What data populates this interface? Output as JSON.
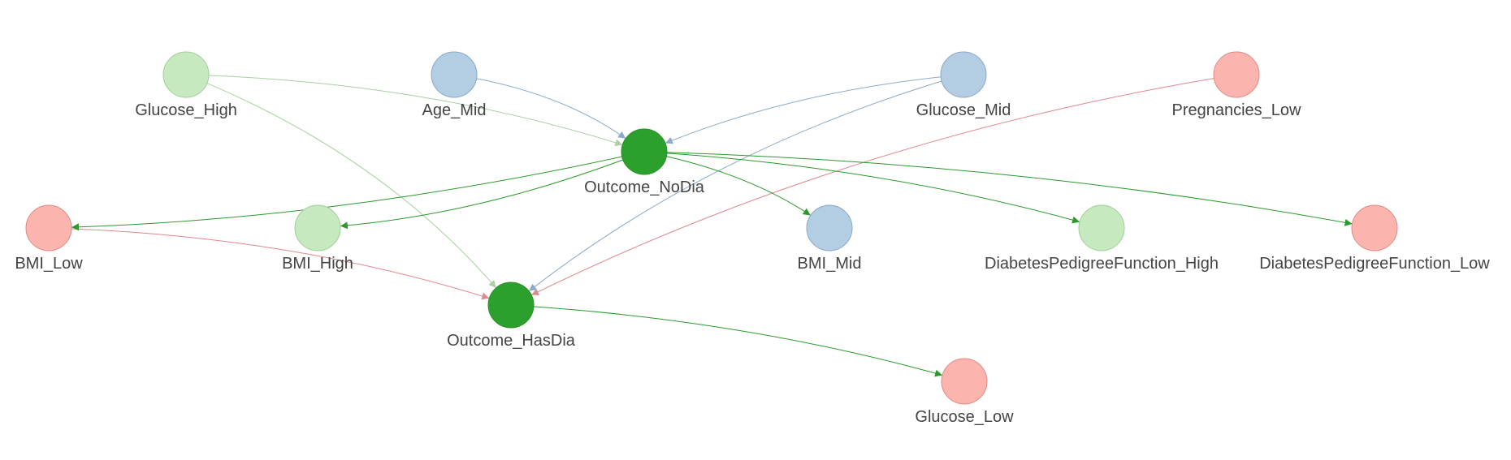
{
  "graph": {
    "nodes": [
      {
        "id": "glucose_high",
        "label": "Glucose_High",
        "color": "#c7e9c0"
      },
      {
        "id": "age_mid",
        "label": "Age_Mid",
        "color": "#b3cde3"
      },
      {
        "id": "glucose_mid",
        "label": "Glucose_Mid",
        "color": "#b3cde3"
      },
      {
        "id": "pregnancies_low",
        "label": "Pregnancies_Low",
        "color": "#fbb4ae"
      },
      {
        "id": "outcome_nodia",
        "label": "Outcome_NoDia",
        "color": "#2ca02c"
      },
      {
        "id": "bmi_low",
        "label": "BMI_Low",
        "color": "#fbb4ae"
      },
      {
        "id": "bmi_high",
        "label": "BMI_High",
        "color": "#c7e9c0"
      },
      {
        "id": "bmi_mid",
        "label": "BMI_Mid",
        "color": "#b3cde3"
      },
      {
        "id": "dpf_high",
        "label": "DiabetesPedigreeFunction_High",
        "color": "#c7e9c0"
      },
      {
        "id": "dpf_low",
        "label": "DiabetesPedigreeFunction_Low",
        "color": "#fbb4ae"
      },
      {
        "id": "outcome_hasdia",
        "label": "Outcome_HasDia",
        "color": "#2ca02c"
      },
      {
        "id": "glucose_low",
        "label": "Glucose_Low",
        "color": "#fbb4ae"
      }
    ],
    "edges": [
      {
        "from": "glucose_high",
        "to": "outcome_nodia",
        "color": "#a9cfa3"
      },
      {
        "from": "glucose_high",
        "to": "outcome_hasdia",
        "color": "#a9cfa3"
      },
      {
        "from": "age_mid",
        "to": "outcome_nodia",
        "color": "#8da9c9"
      },
      {
        "from": "glucose_mid",
        "to": "outcome_nodia",
        "color": "#8da9c9"
      },
      {
        "from": "glucose_mid",
        "to": "outcome_hasdia",
        "color": "#8da9c9"
      },
      {
        "from": "pregnancies_low",
        "to": "outcome_hasdia",
        "color": "#e0888f"
      },
      {
        "from": "bmi_low",
        "to": "outcome_hasdia",
        "color": "#e0888f"
      },
      {
        "from": "outcome_nodia",
        "to": "bmi_low",
        "color": "#2a9a2a"
      },
      {
        "from": "outcome_nodia",
        "to": "bmi_high",
        "color": "#2a9a2a"
      },
      {
        "from": "outcome_nodia",
        "to": "bmi_mid",
        "color": "#2a9a2a"
      },
      {
        "from": "outcome_nodia",
        "to": "dpf_high",
        "color": "#2a9a2a"
      },
      {
        "from": "outcome_nodia",
        "to": "dpf_low",
        "color": "#2a9a2a"
      },
      {
        "from": "outcome_hasdia",
        "to": "glucose_low",
        "color": "#2a9a2a"
      }
    ]
  }
}
